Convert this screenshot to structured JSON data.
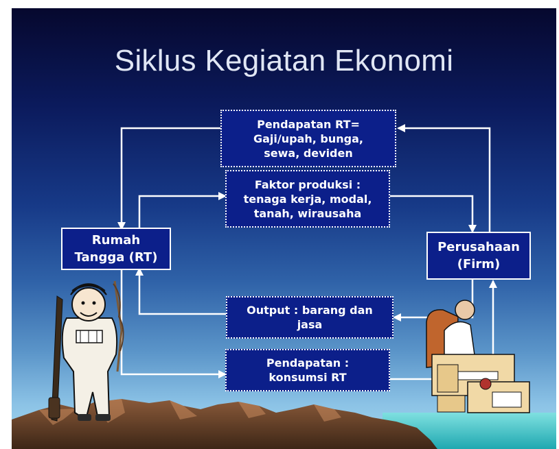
{
  "slide": {
    "title": "Siklus Kegiatan Ekonomi"
  },
  "diagram": {
    "left_node": {
      "line1": "Rumah",
      "line2": "Tangga (RT)"
    },
    "right_node": {
      "line1": "Perusahaan",
      "line2": "(Firm)"
    },
    "flows": [
      {
        "lines": [
          "Pendapatan RT=",
          "Gaji/upah, bunga,",
          "sewa, deviden"
        ]
      },
      {
        "lines": [
          "Faktor produksi :",
          "tenaga kerja, modal,",
          "tanah, wirausaha"
        ]
      },
      {
        "lines": [
          "Output : barang dan",
          "jasa"
        ]
      },
      {
        "lines": [
          "Pendapatan :",
          "konsumsi RT"
        ]
      }
    ]
  },
  "colors": {
    "box_fill": "#0c1f8a",
    "arrow": "#ffffff",
    "title_text": "#e0e6f4"
  },
  "illustrations": [
    "hunter-cartoon",
    "businessman-at-desk",
    "mountain-range"
  ]
}
